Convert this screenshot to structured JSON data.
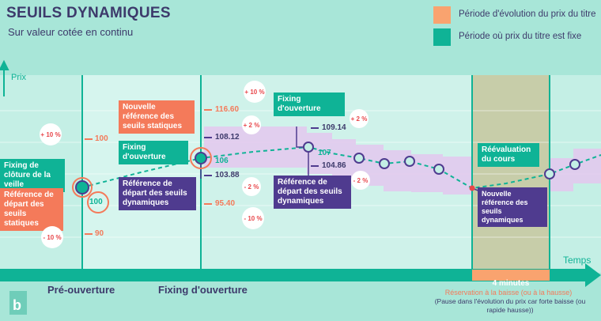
{
  "header": {
    "title": "SEUILS DYNAMIQUES",
    "subtitle": "Sur valeur cotée en continu"
  },
  "legend": {
    "items": [
      {
        "label": "Période d'évolution du prix du titre",
        "color": "#f9a36f"
      },
      {
        "label": "Période où prix du titre est fixe",
        "color": "#0fb396"
      }
    ]
  },
  "axes": {
    "y_label": "Prix",
    "x_label": "Temps"
  },
  "phases": {
    "pre": "Pré-ouverture",
    "fixing": "Fixing d'ouverture",
    "minutes": "4 minutes",
    "reservation": "Réservation à la baisse (ou à la hausse)",
    "pause_note": "(Pause dans l'évolution du prix car forte baisse (ou rapide hausse))"
  },
  "boxes": {
    "fixing_cloture": "Fixing de clôture de la veille",
    "ref_statiques_left": "Référence de départ des seuils statiques",
    "nouvelle_ref_statiques": "Nouvelle référence des seuils statiques",
    "fixing_ouverture_1": "Fixing d'ouverture",
    "ref_dynamiques_1": "Référence de départ des seuils dynamiques",
    "fixing_ouverture_2": "Fixing d'ouverture",
    "ref_dynamiques_2": "Référence de départ des seuils dynamiques",
    "reevaluation": "Réévaluation du cours",
    "nouvelle_ref_dynamiques": "Nouvelle référence des seuils dynamiques"
  },
  "values": {
    "v100_top": "100",
    "v100": "100",
    "v90": "90",
    "v116": "116.60",
    "v108": "108.12",
    "v106": "106",
    "v103": "103.88",
    "v95": "95.40",
    "v109": "109.14",
    "v107": "107",
    "v104": "104.86"
  },
  "percents": {
    "p10_left": "+ 10 %",
    "m10_left": "- 10 %",
    "p10_mid": "+ 10 %",
    "m10_mid": "- 10 %",
    "p2_a": "+ 2 %",
    "m2_a": "- 2 %",
    "p2_b": "+ 2 %",
    "m2_b": "- 2 %"
  },
  "colors": {
    "background": "#a8e6d8",
    "teal": "#0fb396",
    "coral": "#f47a5a",
    "purple": "#4f3b8f",
    "band": "#e4c8ef",
    "reservation_zone": "#c8c9a2"
  }
}
